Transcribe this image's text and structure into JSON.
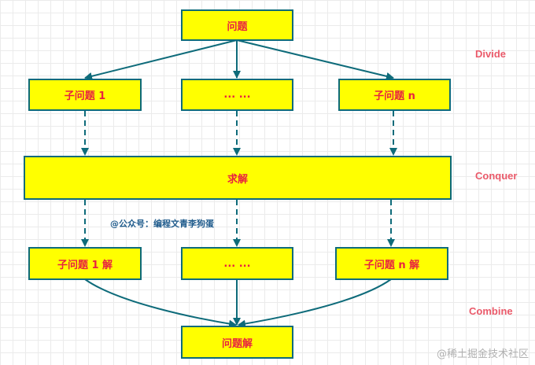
{
  "nodes": {
    "problem": "问题",
    "sub1": "子问题 1",
    "sub_mid": "... ...",
    "subn": "子问题 n",
    "solve": "求解",
    "sol1": "子问题 1 解",
    "sol_mid": "... ...",
    "soln": "子问题 n 解",
    "final": "问题解"
  },
  "stages": {
    "divide": "Divide",
    "conquer": "Conquer",
    "combine": "Combine"
  },
  "credit": "@公众号：编程文青李狗蛋",
  "watermark": "@稀土掘金技术社区",
  "colors": {
    "box_fill": "#ffff00",
    "box_border": "#0e6b7a",
    "node_text": "#e8233f",
    "stage_text": "#ea5a6a",
    "arrow": "#0e6b7a",
    "credit_text": "#1f5b8c"
  }
}
